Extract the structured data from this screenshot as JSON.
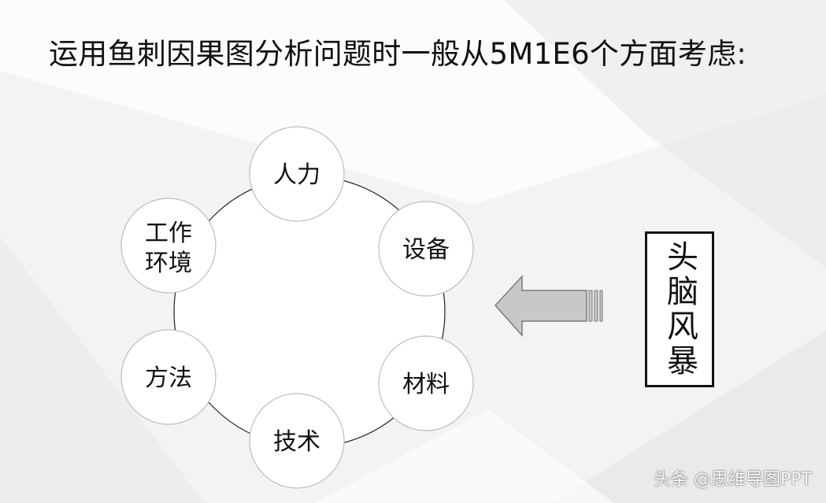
{
  "title": "运用鱼刺因果图分析问题时一般从5M1E6个方面考虑:",
  "nodes": [
    {
      "label": "人力"
    },
    {
      "label": "设备"
    },
    {
      "label": "材料"
    },
    {
      "label": "技术"
    },
    {
      "label": "方法"
    },
    {
      "label": "工作环境",
      "lines": [
        "工作",
        "环境"
      ]
    }
  ],
  "brainstorm": {
    "label": "头脑风暴"
  },
  "watermark": "头条 @思维导图PPT",
  "colors": {
    "arrow_fill": "#c8c8c8",
    "arrow_stroke": "#7a7a7a",
    "node_stroke": "#bdbdbd"
  }
}
